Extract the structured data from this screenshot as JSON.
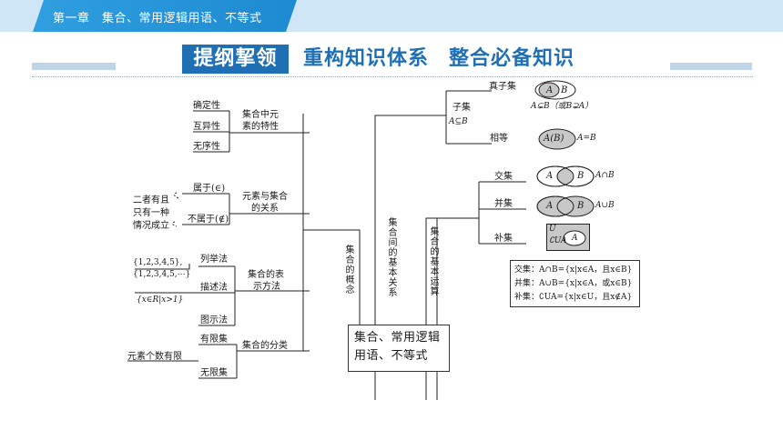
{
  "header": {
    "chapter_title": "第一章　集合、常用逻辑用语、不等式"
  },
  "section_title": {
    "badge": "提纲挈领",
    "part1": "重构知识体系",
    "part2": "整合必备知识"
  },
  "central_node": {
    "line1": "集合、常用逻辑",
    "line2": "用语、不等式"
  },
  "concept_branch": {
    "label": "集合的概念",
    "characteristics": {
      "label_line1": "集合中元",
      "label_line2": "素的特性",
      "items": [
        "确定性",
        "互异性",
        "无序性"
      ]
    },
    "relation": {
      "label_line1": "元素与集合",
      "label_line2": "的关系",
      "items": [
        "属于(∈)",
        "不属于(∉)"
      ],
      "note_lines": [
        "二者有且",
        "只有一种",
        "情况成立"
      ]
    },
    "representation": {
      "label_line1": "集合的表",
      "label_line2": "示方法",
      "items": [
        "列举法",
        "描述法",
        "图示法"
      ],
      "list_example_line1": "{1,2,3,4,5},",
      "list_example_line2": "{1,2,3,4,5,⋯}",
      "desc_example": "{x∈R|x>1}"
    },
    "classification": {
      "label": "集合的分类",
      "items": [
        "有限集",
        "无限集"
      ],
      "note": "元素个数有限"
    }
  },
  "relation_branch": {
    "label": "集合间的基本关系",
    "subset": {
      "label": "子集",
      "notation": "A⊆B",
      "proper": "真子集",
      "proper_formula": "A⊊B（或B⊋A）",
      "equal": "相等",
      "equal_formula": "A=B",
      "venn_A": "A",
      "venn_B": "B",
      "venn_AB": "A(B)"
    }
  },
  "operation_branch": {
    "label": "集合的基本运算",
    "items": [
      "交集",
      "并集",
      "补集"
    ],
    "intersection_symbol": "A∩B",
    "union_symbol": "A∪B",
    "venn_A": "A",
    "venn_B": "B",
    "complement_U": "U",
    "complement_label": "∁UA",
    "formulas": [
      "交集：A∩B={x|x∈A，且x∈B}",
      "并集：A∪B={x|x∈A，或x∈B}",
      "补集：∁UA={x|x∈U，且x∉A}"
    ]
  },
  "colors": {
    "brand_blue": "#1f6fb5",
    "tab_blue": "#2f9fe0",
    "topbar": "#cfe6f6",
    "venn_fill": "#c8c8c8"
  }
}
